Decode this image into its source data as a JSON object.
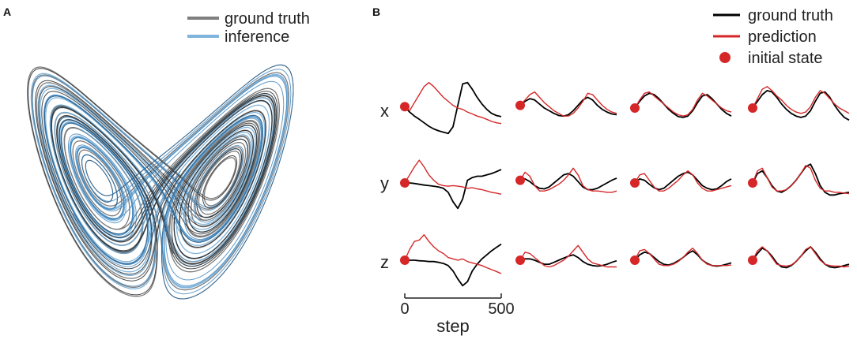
{
  "panels": [
    {
      "label": "A",
      "legend": [
        {
          "label": "ground truth",
          "color": "#7f7f7f"
        },
        {
          "label": "inference",
          "color": "#7fb5dc"
        }
      ]
    },
    {
      "label": "B",
      "legend": [
        {
          "label": "ground truth",
          "color": "#000000",
          "marker": "line"
        },
        {
          "label": "prediction",
          "color": "#d62728",
          "marker": "line"
        },
        {
          "label": "initial state",
          "color": "#d62728",
          "marker": "dot"
        }
      ],
      "rows": [
        "x",
        "y",
        "z"
      ],
      "columns": 4,
      "xaxis": {
        "label": "step",
        "ticks": [
          0,
          500
        ]
      }
    }
  ],
  "colors": {
    "truth_a": "#6e6e6e",
    "truth_a_dark": "#1a1a1a",
    "inference": "#6aa8d6",
    "inference_dark": "#2f79b5",
    "truth_b": "#000000",
    "prediction": "#d62728"
  },
  "chart_data": [
    {
      "type": "line",
      "panel": "A",
      "title": "",
      "description_free": true,
      "series": [
        {
          "name": "ground truth",
          "kind": "lorenz-attractor trajectory"
        },
        {
          "name": "inference",
          "kind": "lorenz-attractor trajectory"
        }
      ]
    },
    {
      "type": "line",
      "panel": "B",
      "xlabel": "step",
      "xlim": [
        0,
        500
      ],
      "xticks": [
        0,
        500
      ],
      "rows": [
        "x",
        "y",
        "z"
      ],
      "series": [
        {
          "name": "ground truth"
        },
        {
          "name": "prediction"
        },
        {
          "name": "initial state"
        }
      ],
      "x": [
        0,
        25,
        50,
        75,
        100,
        125,
        150,
        175,
        200,
        225,
        250,
        275,
        300,
        325,
        350,
        375,
        400,
        425,
        450,
        475,
        500
      ],
      "grid": [
        [
          {
            "row": "x",
            "col": 1,
            "truth": [
              0.05,
              -0.15,
              -0.3,
              -0.42,
              -0.55,
              -0.68,
              -0.78,
              -0.85,
              -0.9,
              -0.95,
              -0.7,
              0.1,
              0.9,
              0.95,
              0.7,
              0.4,
              0.15,
              -0.05,
              -0.2,
              -0.28,
              -0.32
            ],
            "prediction": [
              0.05,
              -0.1,
              0.2,
              0.5,
              0.8,
              0.95,
              0.8,
              0.6,
              0.4,
              0.25,
              0.1,
              0.0,
              -0.05,
              -0.15,
              -0.22,
              -0.3,
              -0.35,
              -0.42,
              -0.5,
              -0.55,
              -0.58
            ]
          },
          {
            "row": "x",
            "col": 2,
            "truth": [
              0.1,
              0.25,
              0.35,
              0.3,
              0.15,
              0.0,
              -0.1,
              -0.2,
              -0.28,
              -0.3,
              -0.25,
              -0.1,
              0.1,
              0.3,
              0.4,
              0.3,
              0.1,
              -0.05,
              -0.15,
              -0.22,
              -0.25
            ],
            "prediction": [
              0.1,
              0.3,
              0.5,
              0.6,
              0.4,
              0.2,
              0.05,
              -0.1,
              -0.2,
              -0.3,
              -0.3,
              -0.2,
              0.0,
              0.25,
              0.55,
              0.5,
              0.3,
              0.1,
              -0.05,
              -0.15,
              -0.2
            ]
          },
          {
            "row": "x",
            "col": 3,
            "truth": [
              0.0,
              0.25,
              0.45,
              0.55,
              0.5,
              0.35,
              0.15,
              -0.05,
              -0.2,
              -0.32,
              -0.35,
              -0.3,
              -0.1,
              0.2,
              0.45,
              0.5,
              0.35,
              0.15,
              -0.05,
              -0.2,
              -0.3
            ],
            "prediction": [
              0.0,
              0.3,
              0.55,
              0.6,
              0.45,
              0.3,
              0.15,
              0.0,
              -0.15,
              -0.25,
              -0.3,
              -0.25,
              -0.05,
              0.3,
              0.55,
              0.45,
              0.3,
              0.15,
              0.0,
              -0.1,
              -0.15
            ]
          },
          {
            "row": "x",
            "col": 4,
            "truth": [
              0.0,
              0.25,
              0.5,
              0.65,
              0.6,
              0.4,
              0.15,
              -0.05,
              -0.2,
              -0.3,
              -0.35,
              -0.3,
              -0.1,
              0.25,
              0.55,
              0.6,
              0.4,
              0.1,
              -0.15,
              -0.35,
              -0.45
            ],
            "prediction": [
              0.0,
              0.35,
              0.7,
              0.8,
              0.65,
              0.45,
              0.3,
              0.1,
              -0.05,
              -0.15,
              -0.2,
              -0.15,
              0.05,
              0.4,
              0.65,
              0.55,
              0.35,
              0.15,
              0.0,
              -0.1,
              -0.2
            ]
          }
        ],
        [
          {
            "row": "y",
            "col": 1,
            "truth": [
              0.0,
              0.0,
              -0.02,
              -0.05,
              -0.08,
              -0.1,
              -0.12,
              -0.15,
              -0.2,
              -0.35,
              -0.7,
              -0.95,
              -0.6,
              0.1,
              0.2,
              0.25,
              0.25,
              0.3,
              0.35,
              0.42,
              0.5
            ],
            "prediction": [
              0.0,
              0.3,
              0.6,
              0.85,
              0.6,
              0.3,
              0.1,
              -0.05,
              -0.1,
              -0.12,
              -0.1,
              -0.12,
              -0.15,
              -0.2,
              -0.18,
              -0.22,
              -0.25,
              -0.3,
              -0.35,
              -0.38,
              -0.42
            ]
          },
          {
            "row": "y",
            "col": 2,
            "truth": [
              0.1,
              0.15,
              0.05,
              -0.1,
              -0.2,
              -0.22,
              -0.15,
              0.0,
              0.15,
              0.3,
              0.35,
              0.25,
              0.05,
              -0.15,
              -0.25,
              -0.25,
              -0.2,
              -0.1,
              0.0,
              0.1,
              0.18
            ],
            "prediction": [
              0.1,
              0.4,
              0.25,
              -0.1,
              -0.3,
              -0.3,
              -0.25,
              -0.15,
              -0.05,
              0.1,
              0.3,
              0.55,
              0.3,
              -0.1,
              -0.25,
              -0.3,
              -0.3,
              -0.32,
              -0.35,
              -0.35,
              -0.3
            ]
          },
          {
            "row": "y",
            "col": 3,
            "truth": [
              0.0,
              0.15,
              0.1,
              -0.05,
              -0.18,
              -0.25,
              -0.2,
              -0.05,
              0.1,
              0.25,
              0.35,
              0.4,
              0.3,
              0.1,
              -0.1,
              -0.2,
              -0.25,
              -0.22,
              -0.1,
              0.05,
              0.15
            ],
            "prediction": [
              0.0,
              0.3,
              0.35,
              0.1,
              -0.15,
              -0.3,
              -0.3,
              -0.2,
              -0.05,
              0.1,
              0.3,
              0.45,
              0.3,
              0.0,
              -0.2,
              -0.3,
              -0.3,
              -0.25,
              -0.2,
              -0.15,
              -0.1
            ]
          },
          {
            "row": "y",
            "col": 4,
            "truth": [
              0.0,
              0.35,
              0.45,
              0.2,
              -0.1,
              -0.3,
              -0.35,
              -0.25,
              -0.1,
              0.1,
              0.35,
              0.6,
              0.7,
              0.35,
              -0.1,
              -0.35,
              -0.45,
              -0.45,
              -0.4,
              -0.38,
              -0.35
            ],
            "prediction": [
              0.0,
              0.45,
              0.55,
              0.2,
              -0.15,
              -0.3,
              -0.3,
              -0.25,
              -0.1,
              0.1,
              0.35,
              0.65,
              0.55,
              0.1,
              -0.2,
              -0.3,
              -0.3,
              -0.35,
              -0.35,
              -0.38,
              -0.4
            ]
          }
        ],
        [
          {
            "row": "z",
            "col": 1,
            "truth": [
              0.0,
              0.0,
              0.0,
              -0.02,
              -0.03,
              -0.05,
              -0.05,
              -0.08,
              -0.12,
              -0.2,
              -0.4,
              -0.7,
              -0.95,
              -0.8,
              -0.4,
              -0.15,
              0.05,
              0.2,
              0.35,
              0.48,
              0.6
            ],
            "prediction": [
              0.0,
              0.4,
              0.7,
              0.75,
              0.95,
              0.7,
              0.5,
              0.35,
              0.25,
              0.1,
              0.05,
              0.0,
              0.05,
              -0.05,
              -0.1,
              -0.15,
              -0.2,
              -0.28,
              -0.35,
              -0.42,
              -0.5
            ]
          },
          {
            "row": "z",
            "col": 2,
            "truth": [
              0.0,
              0.05,
              0.05,
              0.0,
              -0.08,
              -0.15,
              -0.15,
              -0.08,
              0.0,
              0.08,
              0.15,
              0.2,
              0.1,
              -0.05,
              -0.15,
              -0.2,
              -0.22,
              -0.2,
              -0.15,
              -0.08,
              -0.02
            ],
            "prediction": [
              0.0,
              0.3,
              0.25,
              0.1,
              -0.05,
              -0.2,
              -0.25,
              -0.2,
              -0.1,
              0.0,
              0.15,
              0.35,
              0.55,
              0.3,
              0.05,
              -0.1,
              -0.15,
              -0.2,
              -0.25,
              -0.25,
              -0.25
            ]
          },
          {
            "row": "z",
            "col": 3,
            "truth": [
              0.0,
              0.2,
              0.3,
              0.25,
              0.1,
              -0.05,
              -0.15,
              -0.18,
              -0.12,
              -0.02,
              0.1,
              0.25,
              0.35,
              0.2,
              0.0,
              -0.12,
              -0.2,
              -0.22,
              -0.2,
              -0.15,
              -0.1
            ],
            "prediction": [
              0.0,
              0.35,
              0.4,
              0.25,
              0.05,
              -0.15,
              -0.2,
              -0.2,
              -0.15,
              -0.05,
              0.1,
              0.3,
              0.45,
              0.25,
              0.0,
              -0.15,
              -0.2,
              -0.2,
              -0.2,
              -0.2,
              -0.18
            ]
          },
          {
            "row": "z",
            "col": 4,
            "truth": [
              0.0,
              0.25,
              0.45,
              0.35,
              0.15,
              -0.1,
              -0.25,
              -0.28,
              -0.2,
              -0.05,
              0.15,
              0.35,
              0.5,
              0.3,
              0.05,
              -0.15,
              -0.25,
              -0.28,
              -0.25,
              -0.2,
              -0.15
            ],
            "prediction": [
              0.0,
              0.35,
              0.5,
              0.35,
              0.1,
              -0.15,
              -0.2,
              -0.22,
              -0.18,
              -0.05,
              0.15,
              0.4,
              0.5,
              0.25,
              0.0,
              -0.15,
              -0.2,
              -0.22,
              -0.22,
              -0.25,
              -0.22
            ]
          }
        ]
      ]
    }
  ]
}
